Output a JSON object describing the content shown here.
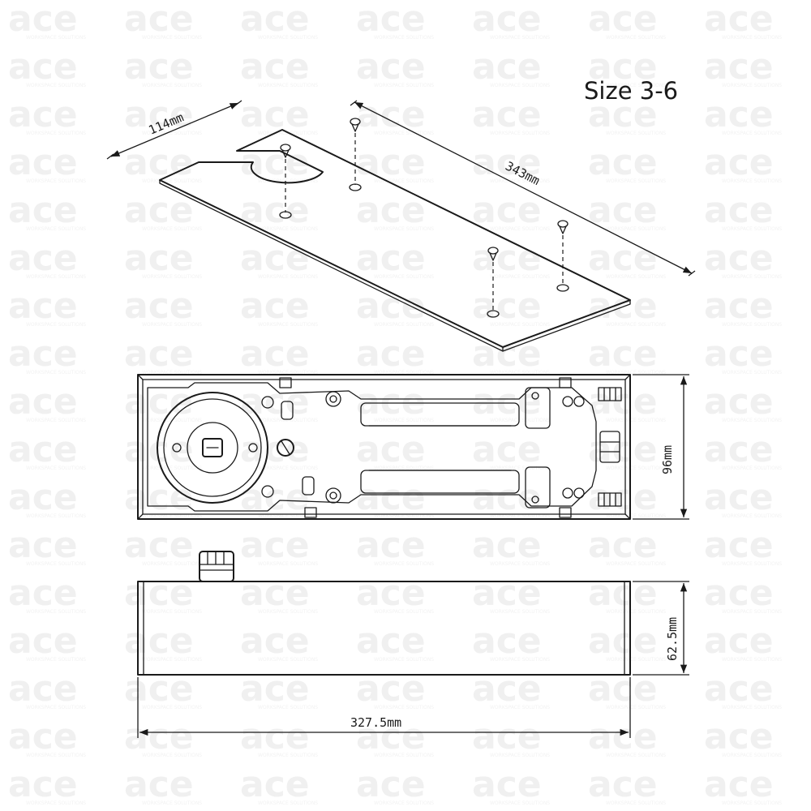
{
  "title": "Size 3-6",
  "watermark": {
    "logo_text": "ace",
    "tagline": "WORKSPACE SOLUTIONS"
  },
  "dimensions": {
    "plate_width": "114mm",
    "plate_length": "343mm",
    "body_width": "96mm",
    "body_height": "62.5mm",
    "body_length": "327.5mm"
  },
  "colors": {
    "line": "#1a1a1a",
    "background": "#ffffff",
    "watermark": "#f0f0f0"
  }
}
